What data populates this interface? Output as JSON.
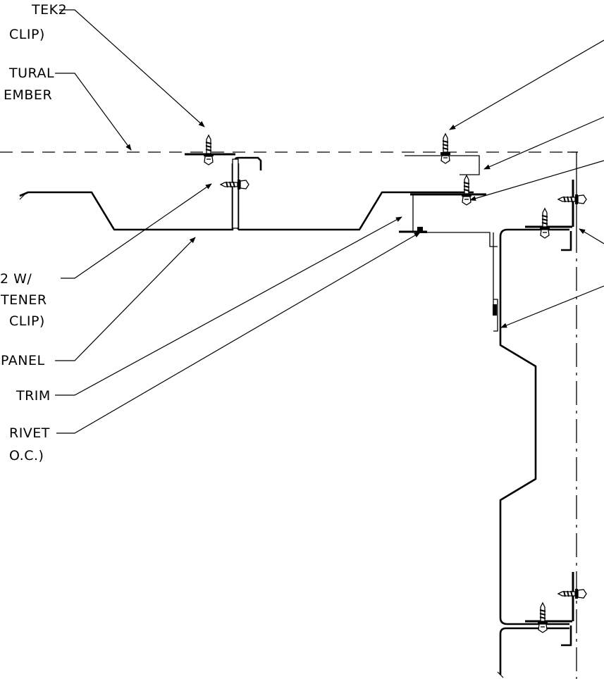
{
  "labels": {
    "tek2": "TEK2",
    "clip_1": "CLIP)",
    "structural": "TURAL",
    "member": "EMBER",
    "w": "2  W/",
    "fastener": "TENER",
    "clip_2": "CLIP)",
    "panel": "PANEL",
    "trim": "TRIM",
    "rivet": "RIVET",
    "oc": "O.C.)"
  }
}
